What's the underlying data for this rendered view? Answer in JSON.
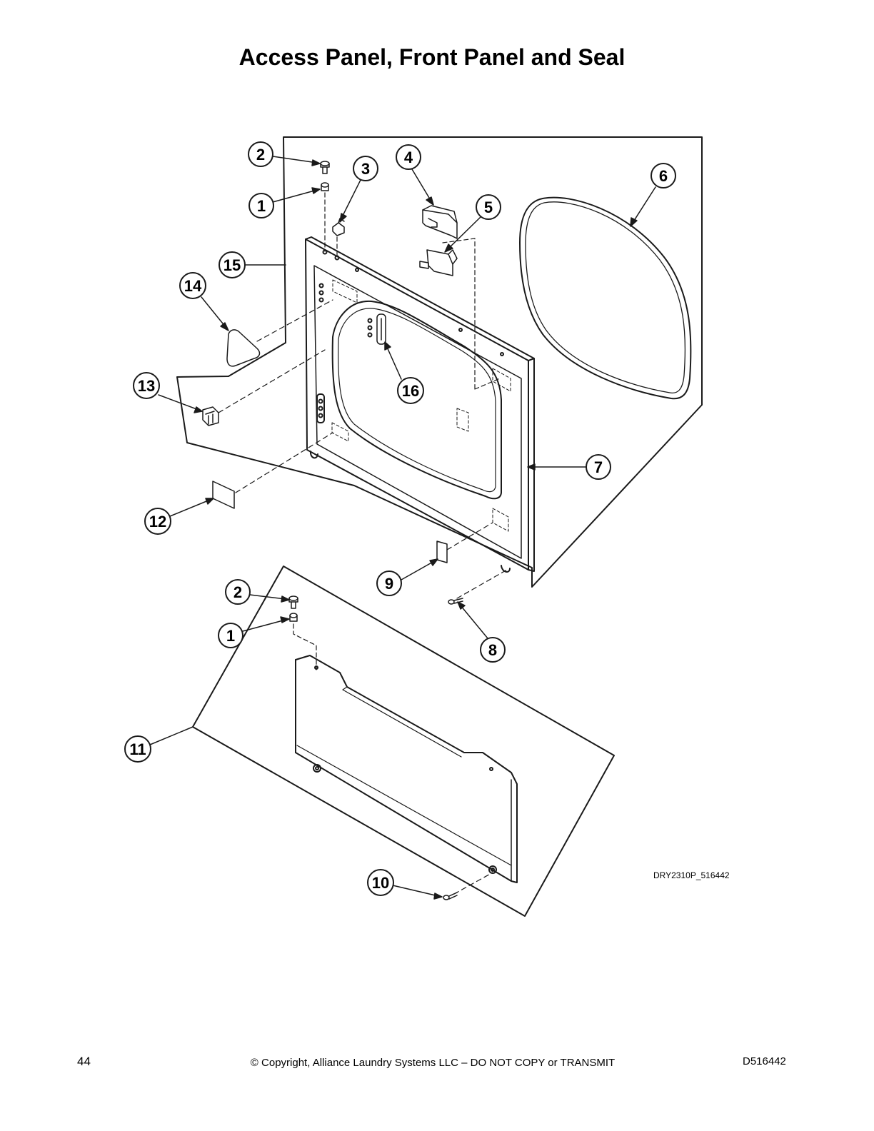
{
  "page": {
    "title": "Access Panel, Front Panel and Seal",
    "drawing_code": "DRY2310P_516442",
    "footer": {
      "page_number": "44",
      "copyright": "© Copyright, Alliance Laundry Systems LLC – DO NOT COPY or TRANSMIT",
      "document_number": "D516442"
    }
  },
  "callouts": {
    "front_2": "2",
    "front_1": "1",
    "front_3": "3",
    "front_4": "4",
    "front_5": "5",
    "front_6": "6",
    "front_15": "15",
    "front_14": "14",
    "front_13": "13",
    "front_16": "16",
    "front_7": "7",
    "front_12": "12",
    "front_9": "9",
    "front_8": "8",
    "access_2": "2",
    "access_1": "1",
    "access_11": "11",
    "access_10": "10"
  },
  "colors": {
    "line": "#1a1a1a",
    "hidden_line": "#333333",
    "background": "#ffffff"
  }
}
